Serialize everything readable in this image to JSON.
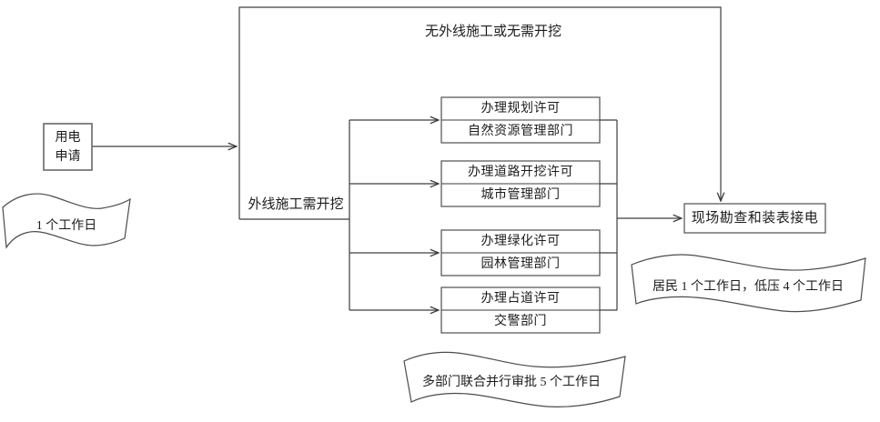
{
  "diagram": {
    "start": {
      "line1": "用电",
      "line2": "申请"
    },
    "branch_labels": {
      "no_external_work": "无外线施工或无需开挖",
      "external_work": "外线施工需开挖"
    },
    "permits": [
      {
        "permit": "办理规划许可",
        "department": "自然资源管理部门"
      },
      {
        "permit": "办理道路开挖许可",
        "department": "城市管理部门"
      },
      {
        "permit": "办理绿化许可",
        "department": "园林管理部门"
      },
      {
        "permit": "办理占道许可",
        "department": "交警部门"
      }
    ],
    "end": {
      "label": "现场勘查和装表接电"
    },
    "notes": {
      "start_duration": "1 个工作日",
      "end_duration": "居民 1 个工作日，低压 4 个工作日",
      "parallel_approval": "多部门联合并行审批 5 个工作日"
    },
    "colors": {
      "line": "#3d3d3d",
      "box_border": "#5c5c5c",
      "start_box_border": "#787878",
      "banner_border": "#4c4c4c",
      "text": "#1c1c1c",
      "background": "#ffffff"
    }
  }
}
